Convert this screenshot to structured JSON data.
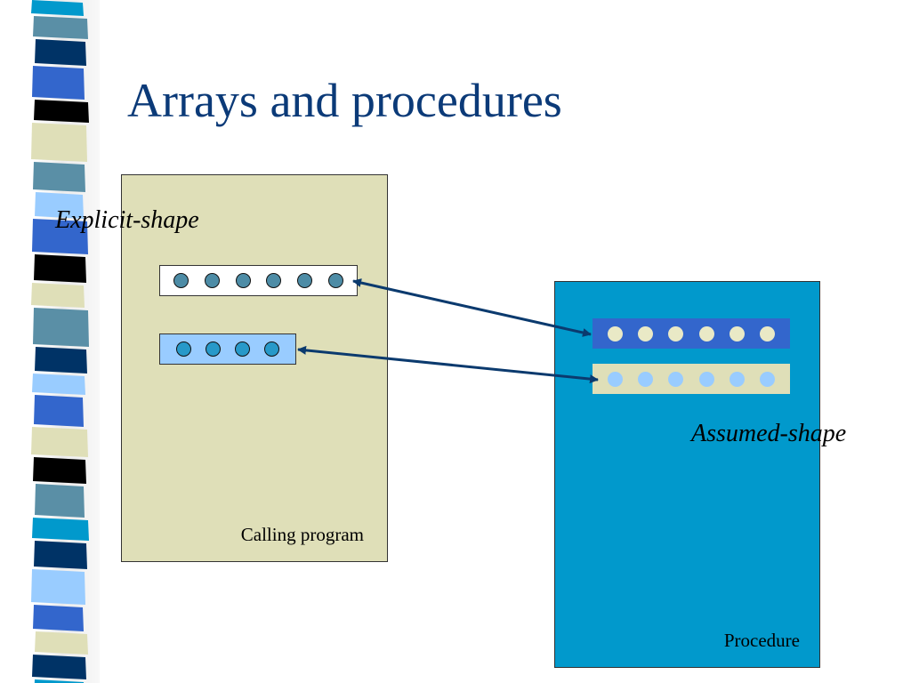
{
  "slide": {
    "title": "Arrays and procedures"
  },
  "calling_program": {
    "label": "Calling program",
    "annotation": "Explicit-shape",
    "arrays": [
      {
        "elements": 6
      },
      {
        "elements": 4
      }
    ]
  },
  "procedure": {
    "label": "Procedure",
    "annotation": "Assumed-shape",
    "arrays": [
      {
        "elements": 6
      },
      {
        "elements": 6
      }
    ]
  },
  "colors": {
    "title": "#0b3a78",
    "calling_box": "#dfdfb8",
    "procedure_box": "#0199cc",
    "arrow": "#0b3a6e",
    "stripe_palette": [
      "#0199cc",
      "#5a8fa6",
      "#003366",
      "#3366cc",
      "#000000",
      "#dfdfb8",
      "#99ccff"
    ]
  }
}
